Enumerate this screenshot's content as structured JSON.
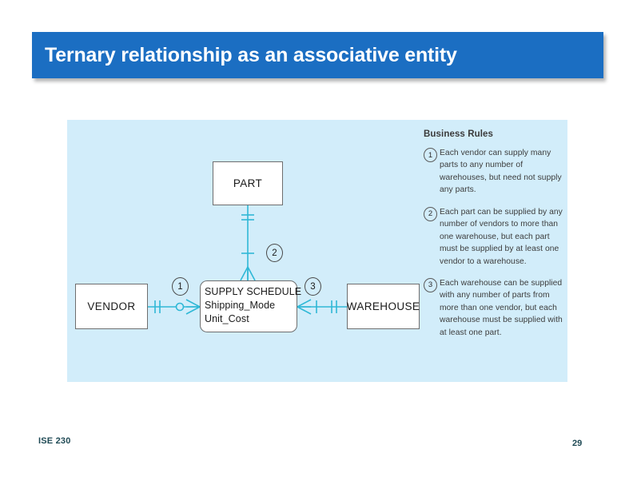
{
  "slide": {
    "title": "Ternary relationship as an associative entity",
    "title_bar_color": "#1b6ec2",
    "panel_color": "#d2edfa",
    "footer": {
      "course": "ISE 230",
      "page_number": "29"
    }
  },
  "diagram": {
    "type": "entity-relationship",
    "entities": [
      {
        "name": "PART"
      },
      {
        "name": "VENDOR"
      },
      {
        "name": "WAREHOUSE"
      }
    ],
    "associative_entity": {
      "name": "SUPPLY SCHEDULE",
      "attributes": [
        "Shipping_Mode",
        "Unit_Cost"
      ]
    },
    "badges": [
      {
        "label": "1"
      },
      {
        "label": "2"
      },
      {
        "label": "3"
      }
    ],
    "line_color": "#2fb8d6"
  },
  "business_rules": {
    "heading": "Business Rules",
    "rules": [
      {
        "number": "1",
        "text": "Each vendor can supply many parts to any number of warehouses, but need not supply any parts."
      },
      {
        "number": "2",
        "text": "Each part can be supplied by any number of vendors to more than one warehouse, but each part must be supplied by at least one vendor to a warehouse."
      },
      {
        "number": "3",
        "text": "Each warehouse can be supplied with any number of parts from more than one vendor, but each warehouse must be supplied with at least one part."
      }
    ]
  }
}
